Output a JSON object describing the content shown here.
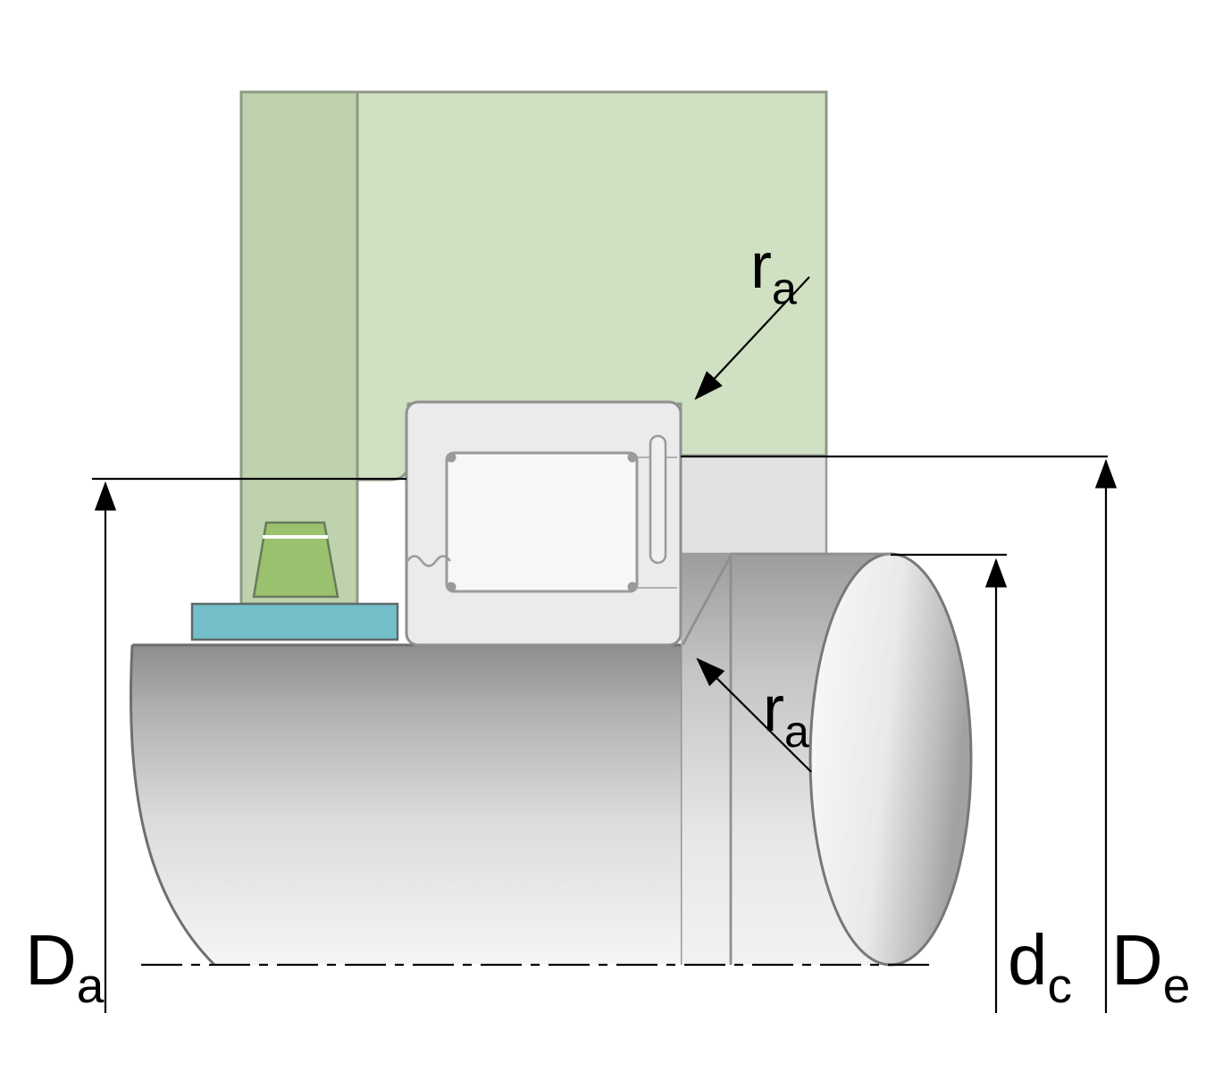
{
  "figure": {
    "type": "technical-diagram",
    "subject": "Bearing mounting cross-section with housing, seal, shaft shoulder and fillet radius annotations",
    "dimension_labels": {
      "housing_shoulder": {
        "main": "D",
        "sub": "a"
      },
      "raceway_outer": {
        "main": "D",
        "sub": "e"
      },
      "shaft_shoulder": {
        "main": "d",
        "sub": "c"
      },
      "fillet_top": {
        "main": "r",
        "sub": "a"
      },
      "fillet_bottom": {
        "main": "r",
        "sub": "a"
      }
    },
    "colors": {
      "housing": "#cfe0c3",
      "housing_strip": "#bdd2ad",
      "raceway": "#e2e2e4",
      "bearing": "#ebebed",
      "roller": "#f7f7f8",
      "pin": "#f0f0f1",
      "seal_ring": "#73bfca",
      "seal_lip": "#9ac16e",
      "outline": "#8f8f8f",
      "dimension": "#000000",
      "background": "#ffffff"
    }
  }
}
